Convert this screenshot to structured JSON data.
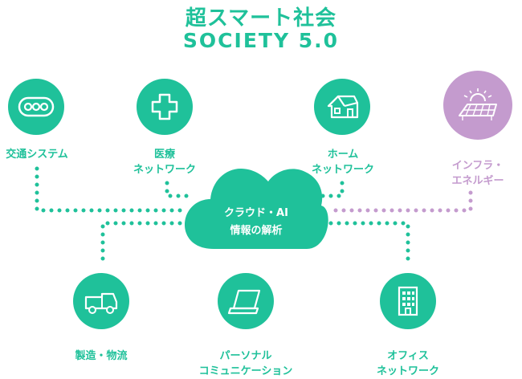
{
  "title": {
    "ja": "超スマート社会",
    "en": "SOCIETY 5.0"
  },
  "center": {
    "line1": "クラウド・AI",
    "line2": "情報の解析"
  },
  "nodes": {
    "transport": {
      "line1": "交通システム",
      "line2": "",
      "icon": "train-icon"
    },
    "medical": {
      "line1": "医療",
      "line2": "ネットワーク",
      "icon": "medical-cross-icon"
    },
    "home": {
      "line1": "ホーム",
      "line2": "ネットワーク",
      "icon": "house-icon"
    },
    "infra": {
      "line1": "インフラ・",
      "line2": "エネルギー",
      "icon": "solar-panel-icon"
    },
    "logistics": {
      "line1": "製造・物流",
      "line2": "",
      "icon": "truck-icon"
    },
    "personal": {
      "line1": "パーソナル",
      "line2": "コミュニケーション",
      "icon": "laptop-icon"
    },
    "office": {
      "line1": "オフィス",
      "line2": "ネットワーク",
      "icon": "office-building-icon"
    }
  },
  "colors": {
    "green": "#1fc19a",
    "purple": "#c49bce",
    "white": "#ffffff"
  }
}
